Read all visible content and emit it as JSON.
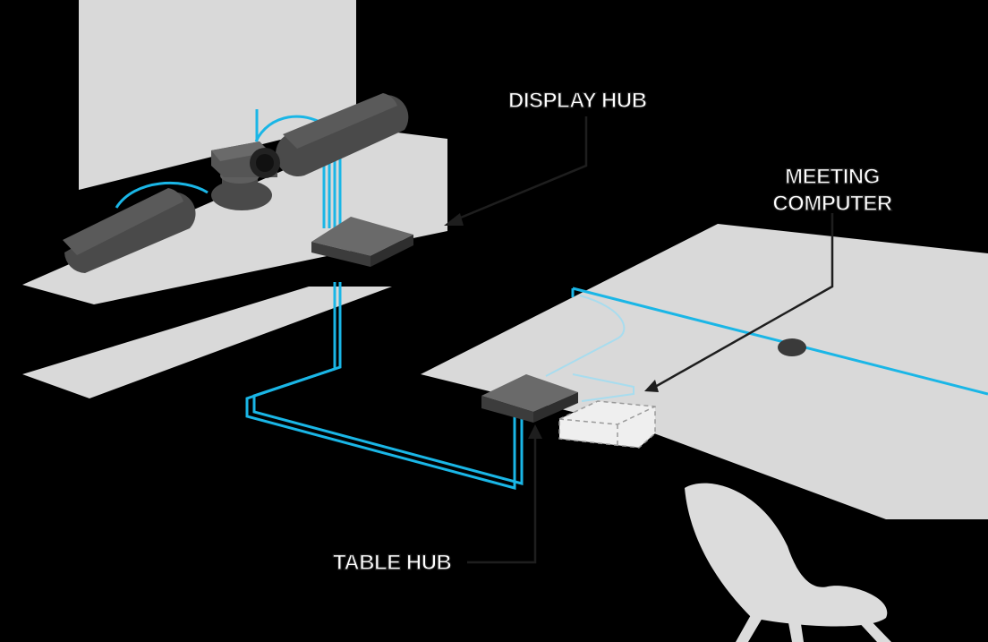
{
  "labels": {
    "display_hub": "DISPLAY HUB",
    "meeting_computer_line1": "MEETING",
    "meeting_computer_line2": "COMPUTER",
    "table_hub": "TABLE HUB"
  },
  "colors": {
    "background": "#000000",
    "surface": "#d9d9d9",
    "device_dark": "#4a4a4a",
    "hub_top": "#6a6a6a",
    "cable": "#1ab6e6",
    "callout_line": "#1e1e1e",
    "label_fill": "#ffffff"
  }
}
